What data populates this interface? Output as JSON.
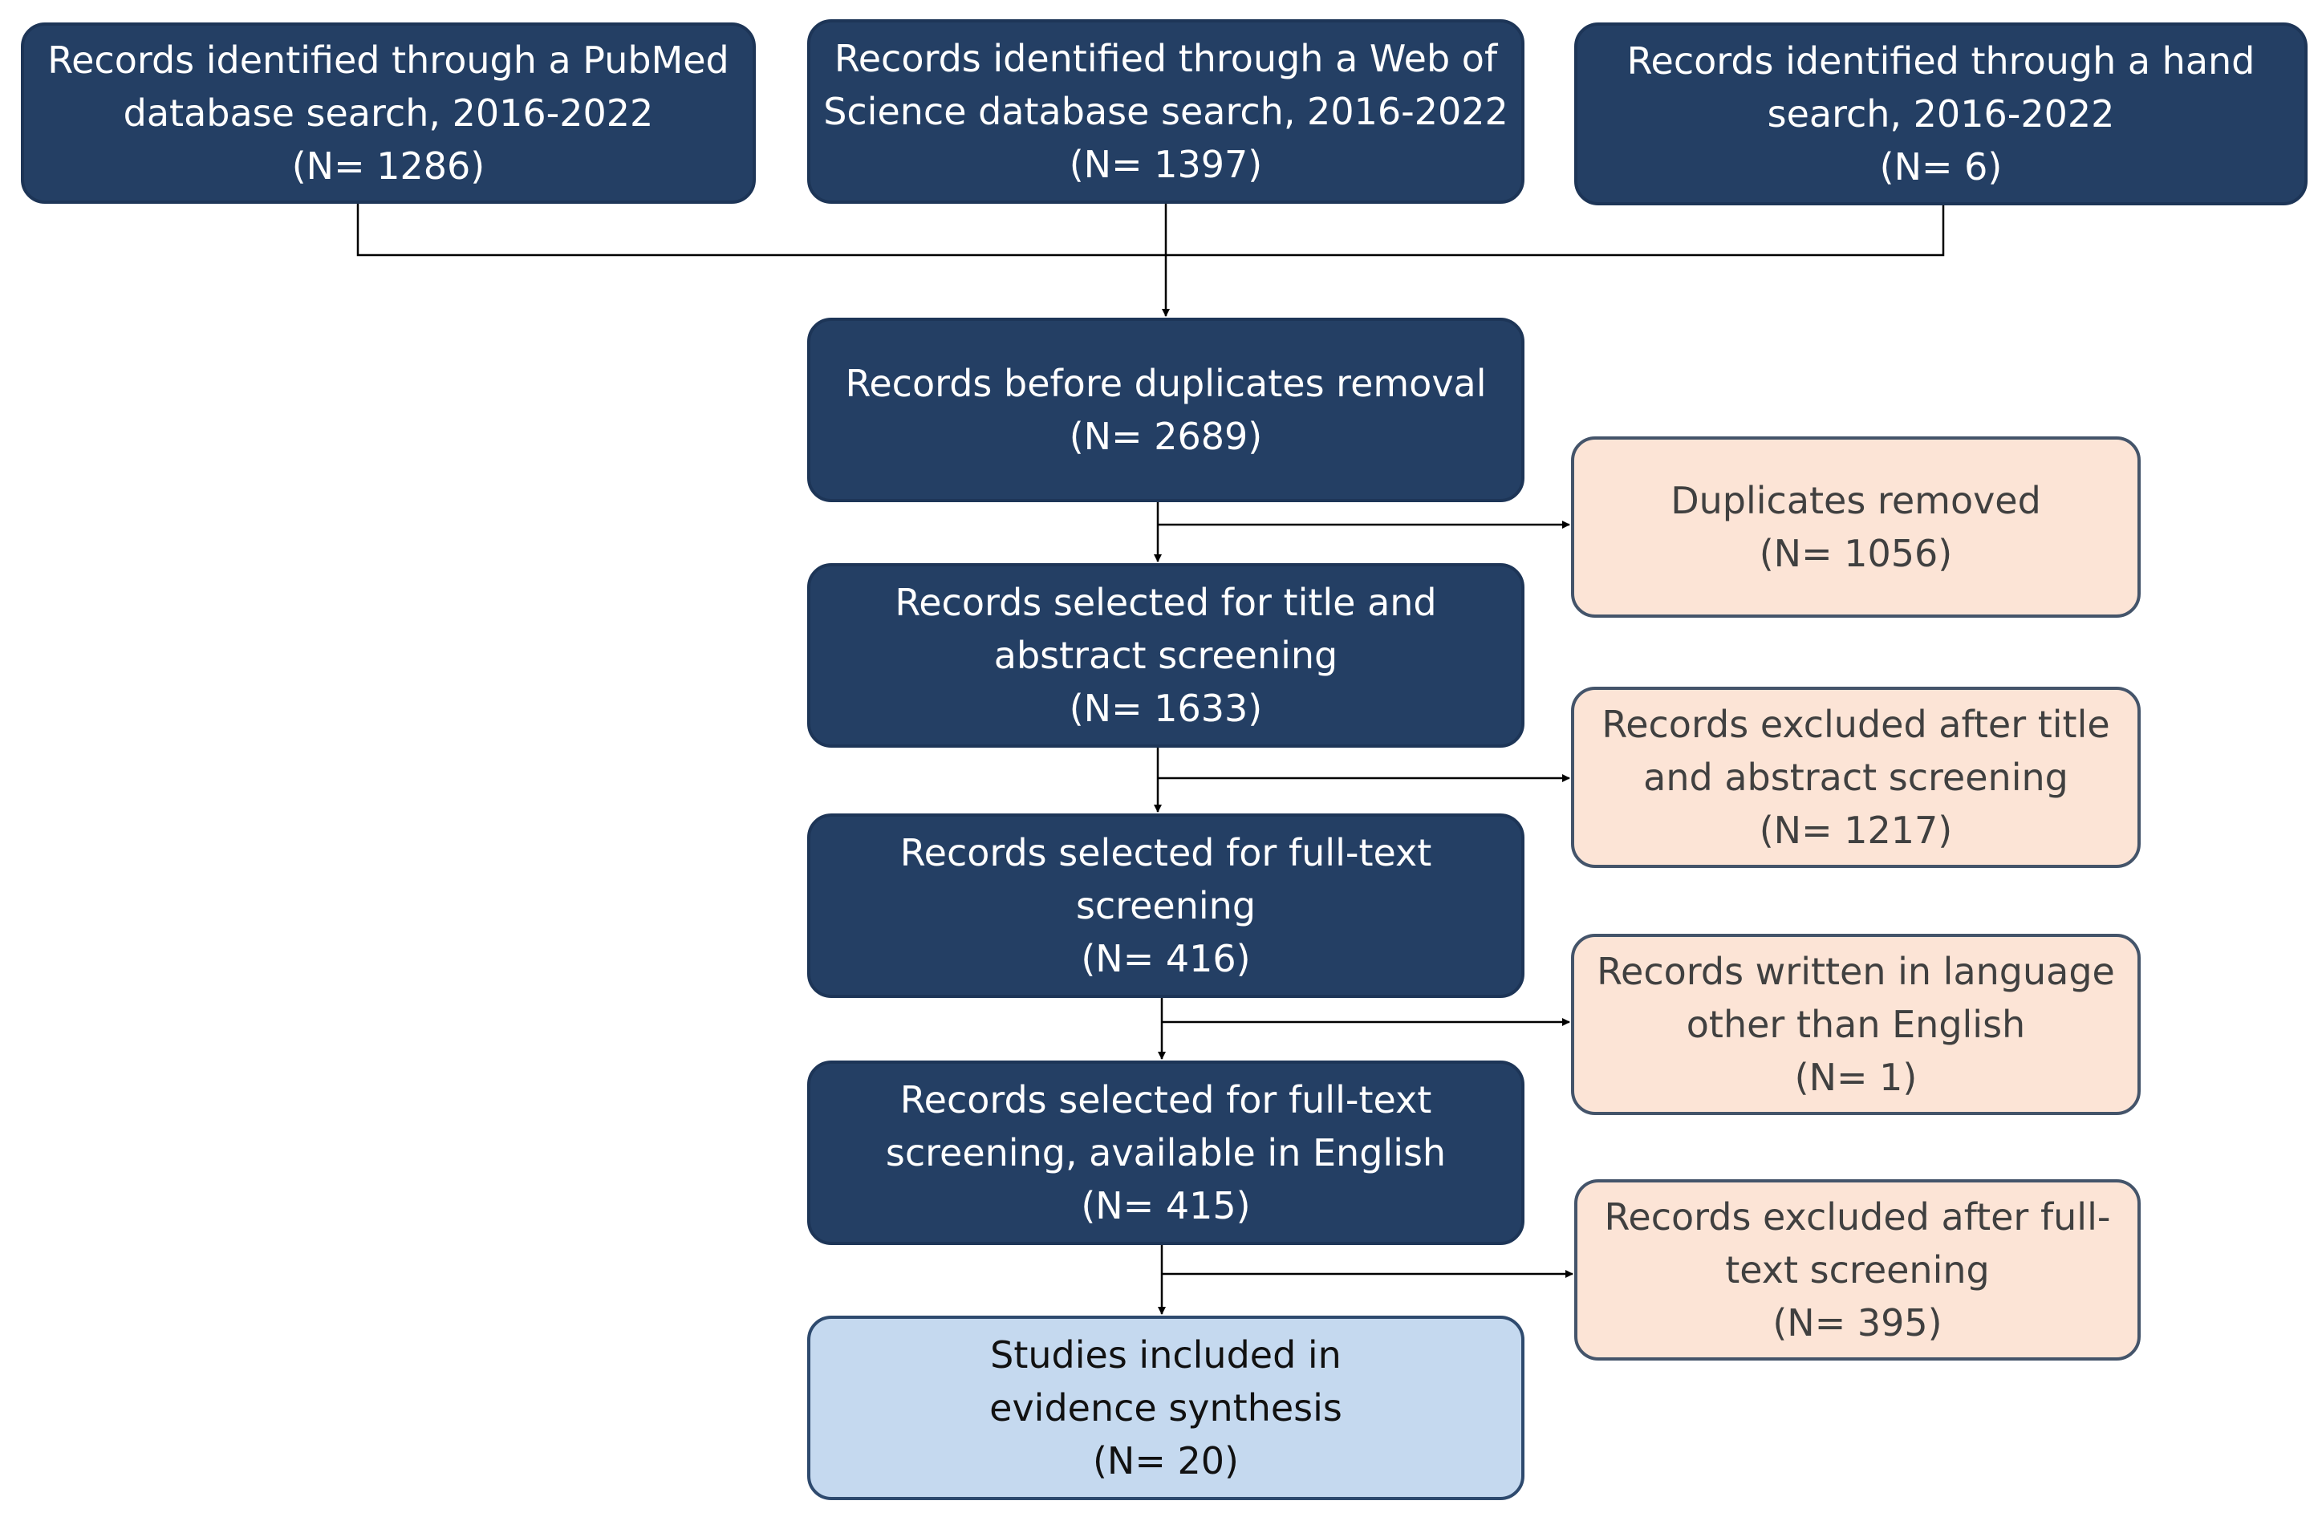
{
  "identification": {
    "pubmed": {
      "line1": "Records identified through a PubMed",
      "line2": "database search, 2016-2022",
      "count": "(N= 1286)"
    },
    "wos": {
      "line1": "Records identified through a Web of",
      "line2": "Science database search, 2016-2022",
      "count": "(N= 1397)"
    },
    "hand": {
      "line1": "Records identified through a hand",
      "line2": "search, 2016-2022",
      "count": "(N= 6)"
    }
  },
  "flow": {
    "before_duplicates": {
      "line1": "Records before duplicates removal",
      "count": "(N= 2689)"
    },
    "title_abstract": {
      "line1": "Records selected for title and",
      "line2": "abstract screening",
      "count": "(N= 1633)"
    },
    "full_text": {
      "line1": "Records selected for full-text",
      "line2": "screening",
      "count": "(N= 416)"
    },
    "full_text_english": {
      "line1": "Records selected for full-text",
      "line2": "screening, available in English",
      "count": "(N= 415)"
    },
    "included": {
      "line1": "Studies included in",
      "line2": "evidence synthesis",
      "count": "(N= 20)"
    }
  },
  "exclusions": {
    "duplicates": {
      "line1": "Duplicates removed",
      "count": "(N= 1056)"
    },
    "title_abstract": {
      "line1": "Records excluded after title",
      "line2": "and abstract screening",
      "count": "(N= 1217)"
    },
    "language": {
      "line1": "Records written in language",
      "line2": "other than English",
      "count": "(N= 1)"
    },
    "full_text": {
      "line1": "Records excluded after full-",
      "line2": "text screening",
      "count": "(N= 395)"
    }
  },
  "colors": {
    "main_box": "#243f64",
    "excluded_box": "#fce4d6",
    "included_box": "#c5d9ef",
    "connector": "#000000"
  }
}
